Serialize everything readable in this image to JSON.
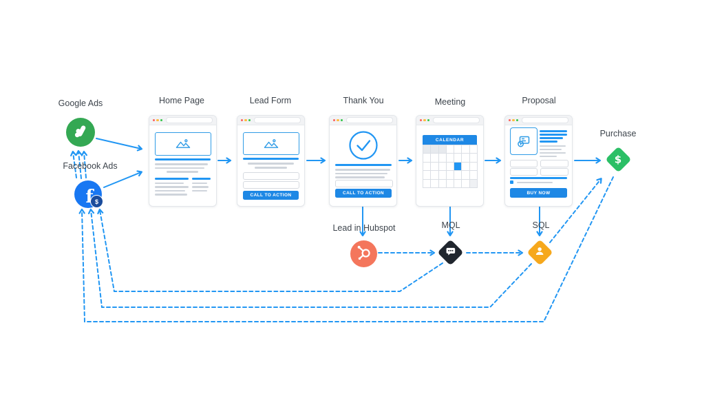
{
  "labels": {
    "google_ads": "Google Ads",
    "facebook_ads": "Facebook Ads",
    "home_page": "Home Page",
    "lead_form": "Lead Form",
    "thank_you": "Thank You",
    "meeting": "Meeting",
    "proposal": "Proposal",
    "purchase": "Purchase",
    "lead_in_hubspot": "Lead in Hubspot",
    "mql": "MQL",
    "sql": "SQL"
  },
  "buttons": {
    "lead_form_cta": "CALL TO ACTION",
    "thank_you_cta": "CALL TO ACTION",
    "proposal_cta": "BUY NOW"
  },
  "nodes": {
    "meeting": {
      "calendar": {
        "header": "CALENDAR",
        "columns": 7,
        "rows": 5,
        "selected_row": 3,
        "selected_col": 5,
        "muted_lead": 3,
        "muted_trail": 1
      }
    },
    "facebook_ads": {
      "symbol": "f",
      "badge_symbol": "$"
    },
    "purchase": {
      "symbol": "$"
    }
  },
  "colors": {
    "arrow_blue": "#2196F3",
    "cta_blue": "#1E88E5",
    "google_green": "#34A853",
    "facebook_blue": "#1877F2",
    "facebook_badge_navy": "#1A4C9C",
    "hubspot_orange": "#F4765C",
    "mql_black": "#20262E",
    "sql_yellow": "#F6A81C",
    "purchase_green": "#2BBF66"
  }
}
